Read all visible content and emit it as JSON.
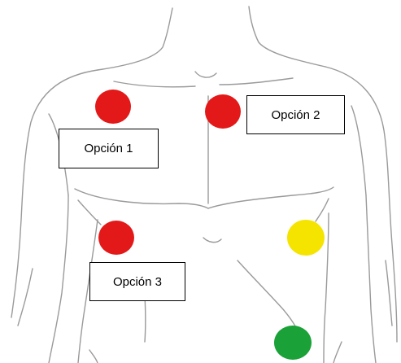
{
  "options": [
    {
      "label": "Opción 1"
    },
    {
      "label": "Opción 2"
    },
    {
      "label": "Opción 3"
    }
  ],
  "markers": [
    {
      "color": "#e31818"
    },
    {
      "color": "#e31818"
    },
    {
      "color": "#e31818"
    },
    {
      "color": "#f4e400"
    },
    {
      "color": "#1aa137"
    }
  ],
  "colors": {
    "sketch_line": "#9a9a9a",
    "box_border": "#000000"
  }
}
